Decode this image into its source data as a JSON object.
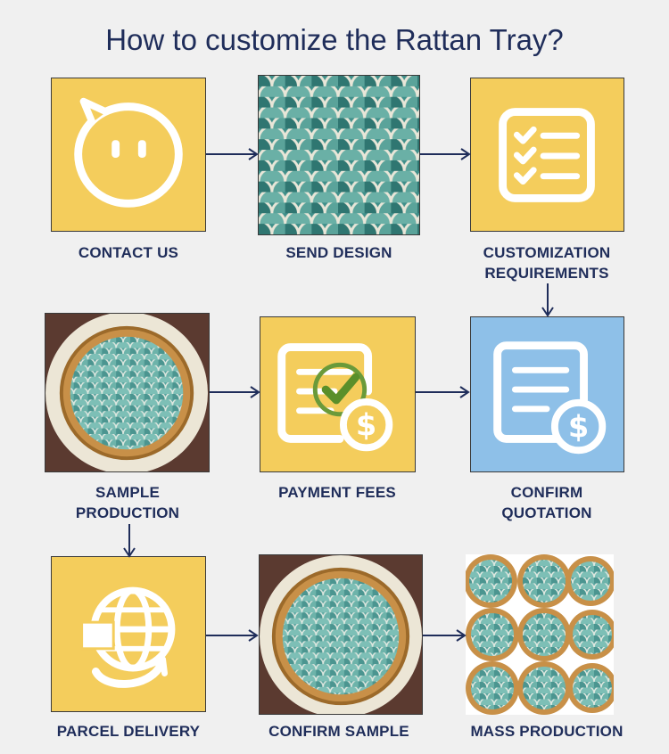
{
  "title": "How to customize the Rattan Tray?",
  "steps": [
    {
      "label": "CONTACT US",
      "icon": "speech-bubble-face-icon"
    },
    {
      "label": "SEND DESIGN",
      "icon": "fish-scale-pattern-image"
    },
    {
      "label_lines": [
        "CUSTOMIZATION",
        "REQUIREMENTS"
      ],
      "icon": "checklist-icon"
    },
    {
      "label_lines": [
        "SAMPLE",
        "PRODUCTION"
      ],
      "icon": "rattan-tray-image"
    },
    {
      "label": "PAYMENT FEES",
      "icon": "invoice-check-dollar-icon"
    },
    {
      "label_lines": [
        "CONFIRM",
        "QUOTATION"
      ],
      "icon": "invoice-dollar-icon"
    },
    {
      "label": "PARCEL DELIVERY",
      "icon": "globe-delivery-icon"
    },
    {
      "label": "CONFIRM SAMPLE",
      "icon": "rattan-tray-image"
    },
    {
      "label": "MASS PRODUCTION",
      "icon": "stacked-trays-image"
    }
  ],
  "colors": {
    "title": "#1f2d5a",
    "tile_yellow": "#f4cd5c",
    "tile_blue": "#8ec0e8",
    "arrow": "#1f2d5a"
  }
}
